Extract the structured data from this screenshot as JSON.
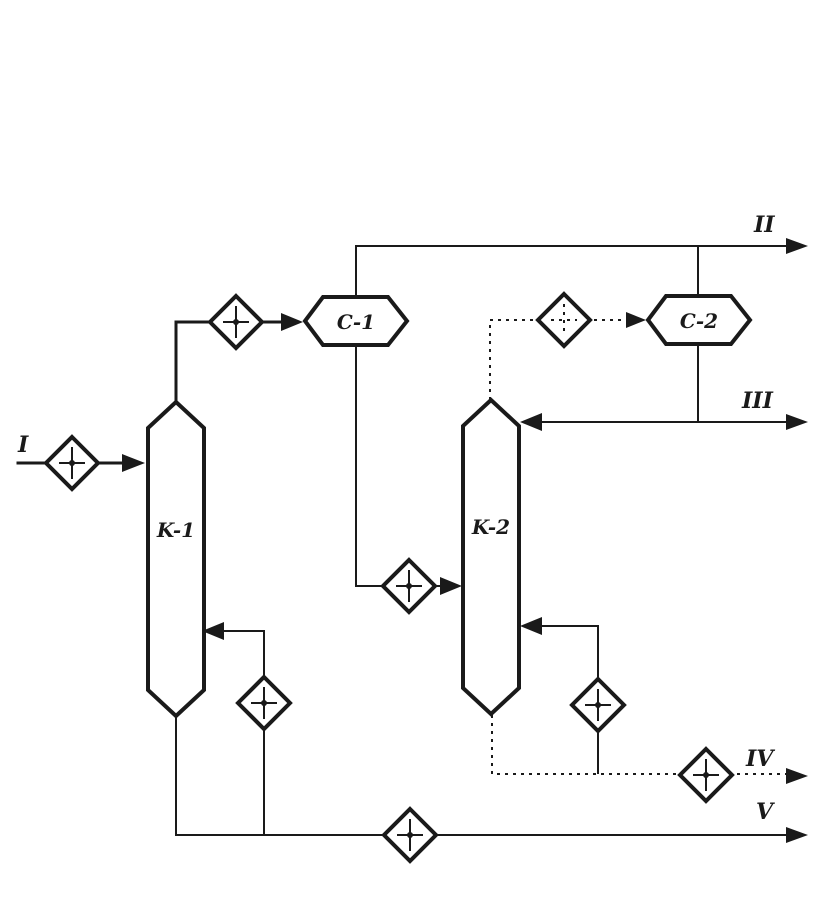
{
  "columns": {
    "k1": "K-1",
    "k2": "K-2"
  },
  "separators": {
    "c1": "C-1",
    "c2": "C-2"
  },
  "streams": {
    "s1": "I",
    "s2": "II",
    "s3": "III",
    "s4": "IV",
    "s5": "V"
  }
}
